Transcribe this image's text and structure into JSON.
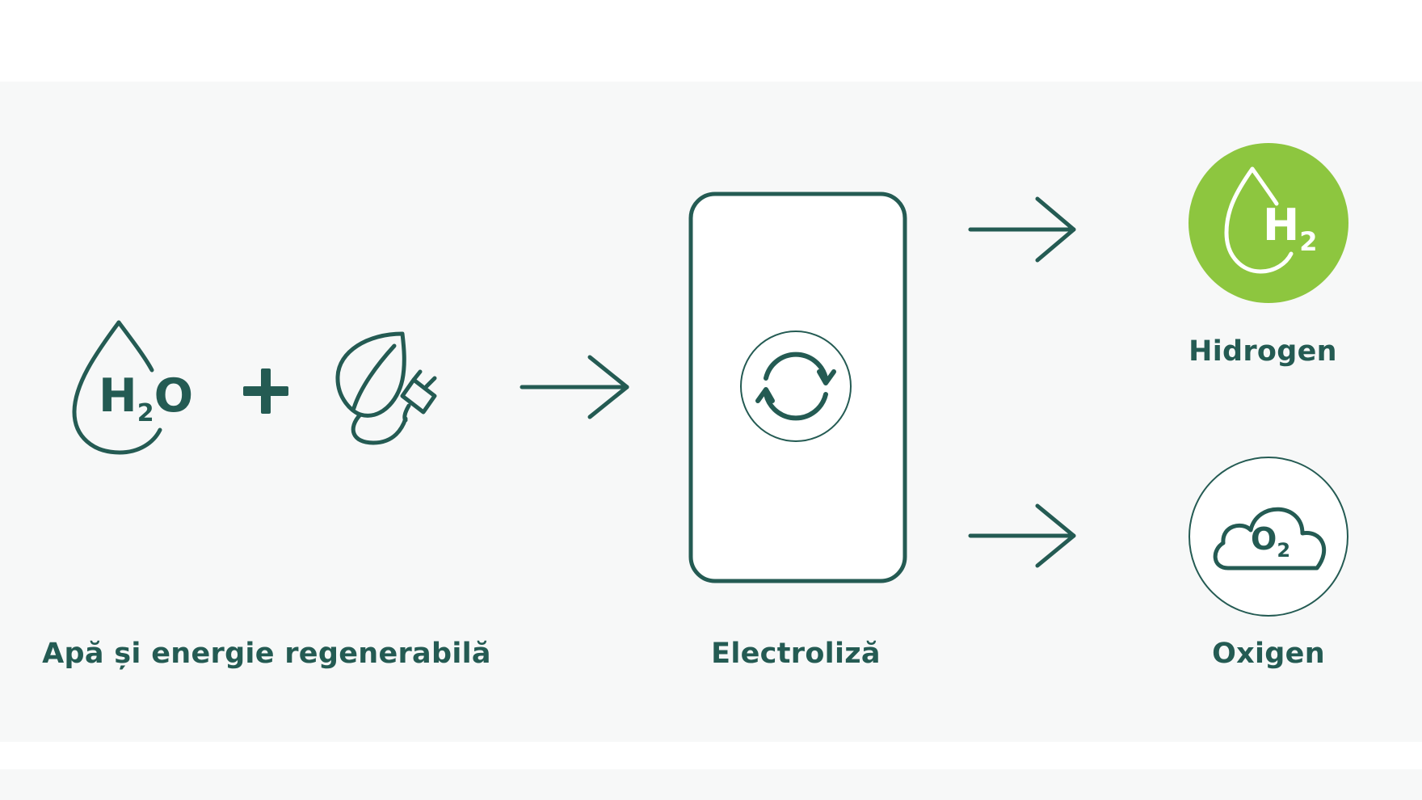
{
  "colors": {
    "accent": "#245b53",
    "hydrogen_fill": "#8dc63f",
    "background_band": "#f7f8f8",
    "panel": "#ffffff"
  },
  "inputs": {
    "water_symbol": "H",
    "water_subscript": "2",
    "water_symbol_end": "O",
    "label": "Apă și energie regenerabilă",
    "icons": [
      "water-drop-icon",
      "plus-icon",
      "leaf-plug-icon"
    ]
  },
  "process": {
    "label": "Electroliză",
    "icon": "cycle-arrows-icon"
  },
  "outputs": {
    "hydrogen": {
      "symbol": "H",
      "subscript": "2",
      "label": "Hidrogen",
      "icon": "hydrogen-drop-icon"
    },
    "oxygen": {
      "symbol": "O",
      "subscript": "2",
      "label": "Oxigen",
      "icon": "oxygen-cloud-icon"
    }
  }
}
